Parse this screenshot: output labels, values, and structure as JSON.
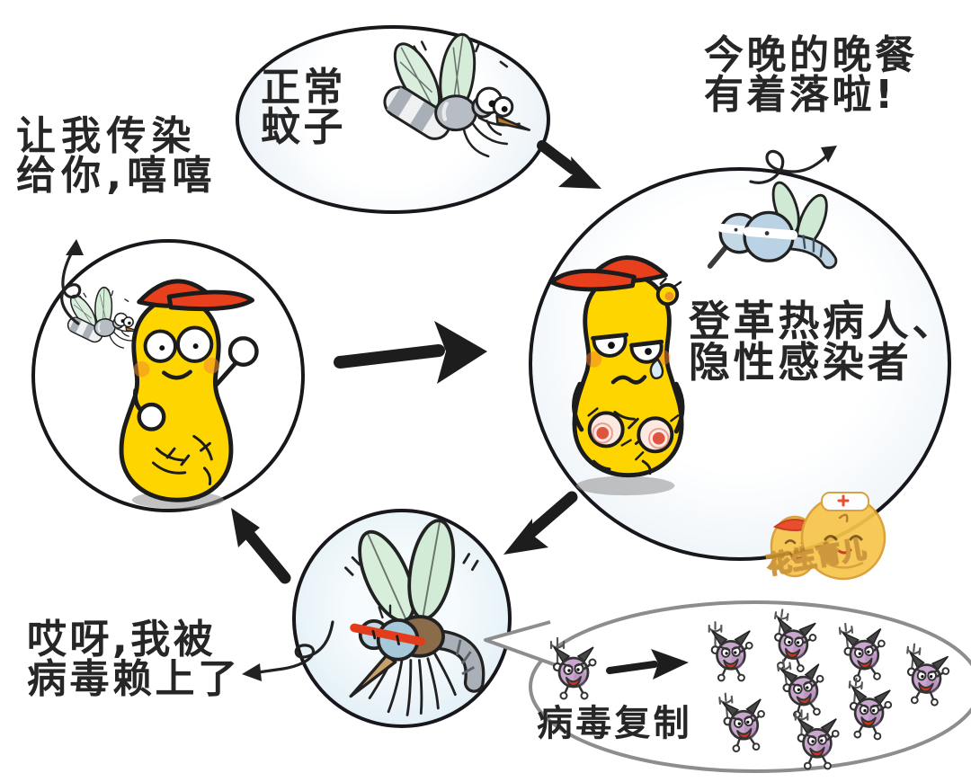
{
  "texts": {
    "normal_mosquito": {
      "line1": "正常",
      "line2": "蚊子"
    },
    "dinner": {
      "line1": "今晚的晚餐",
      "line2": "有着落啦!"
    },
    "infect": {
      "line1": "让我传染",
      "line2": "给你,嘻嘻"
    },
    "patient": {
      "line1": "登革热病人、",
      "line2": "隐性感染者"
    },
    "bitten": {
      "line1": "哎呀,我被",
      "line2": "病毒赖上了"
    },
    "virus_bubble": {
      "label": "病毒复制"
    },
    "watermark": "花生育儿"
  },
  "colors": {
    "background": "#ffffff",
    "text_black": "#262626",
    "outline_black": "#17171c",
    "peanut_yellow": "#FFD500",
    "cap_red": "#E8401C",
    "wing_green": "#D9EEDC",
    "mosquito_gray": "#AAB1B8",
    "feeding_mosquito_blue": "#B9D2E4",
    "virus_purple": "#C9A6CD",
    "bite_red": "#D93A22",
    "bubble_border_gray": "#8D8D8D",
    "circle_tint_blue": "#E3EDF5"
  },
  "icons": {
    "normal_mosquito": "mosquito-cartoon",
    "small_mosquito": "mosquito-cartoon-small",
    "feeding_mosquito": "mosquito-feeding",
    "infected_mosquito": "mosquito-angry-infected",
    "healthy_person": "peanut-character-waving",
    "sick_person": "peanut-character-crying",
    "virus": "devil-virus",
    "arrows": "black-brush-arrows",
    "watermark_mascot": "peanut-babies-logo"
  }
}
